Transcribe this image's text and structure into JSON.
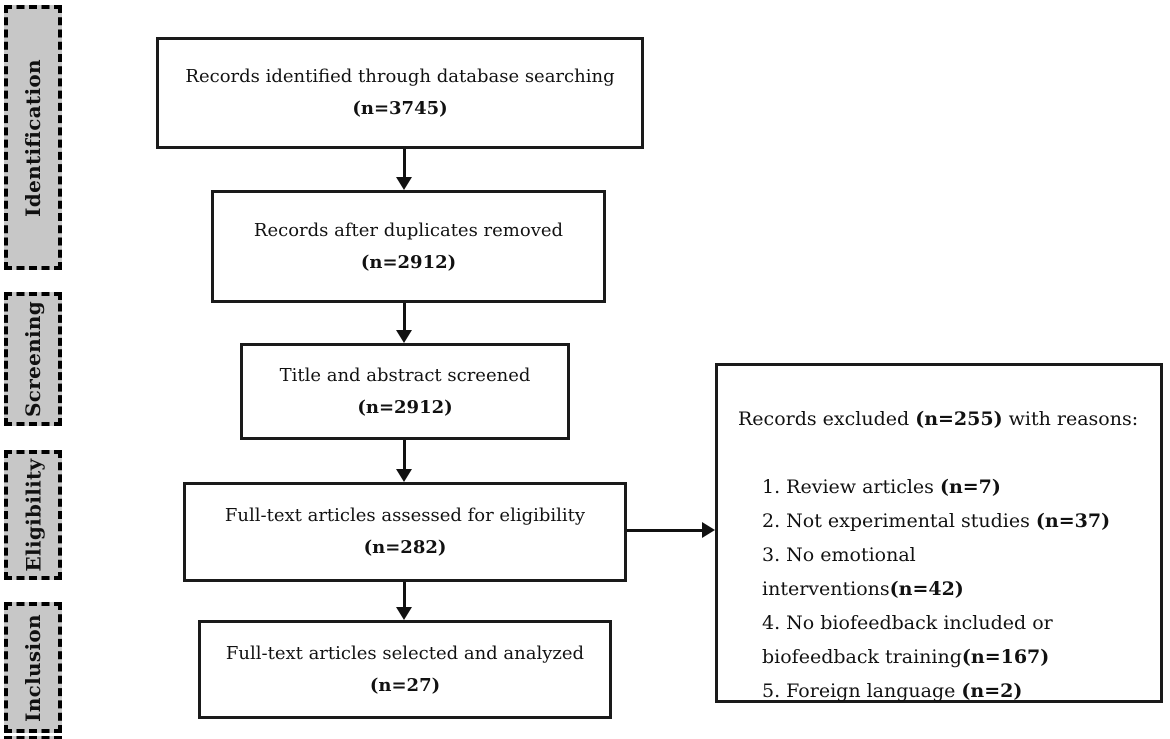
{
  "diagram": {
    "type": "prisma-flow",
    "colors": {
      "stage_fill": "#c7c7c7",
      "line": "#111111",
      "background": "#ffffff"
    }
  },
  "sidebar": {
    "stages": [
      {
        "label": "Identification"
      },
      {
        "label": "Screening"
      },
      {
        "label": "Eligibility"
      },
      {
        "label": "Inclusion"
      }
    ]
  },
  "flow": {
    "boxes": [
      {
        "text": "Records identified through database searching",
        "count": "(n=3745)"
      },
      {
        "text": "Records after duplicates removed",
        "count": "(n=2912)"
      },
      {
        "text": "Title and abstract screened",
        "count": "(n=2912)"
      },
      {
        "text": "Full-text articles assessed for eligibility",
        "count": "(n=282)"
      },
      {
        "text": "Full-text articles selected and analyzed",
        "count": "(n=27)"
      }
    ]
  },
  "excluded": {
    "title_prefix": "Records excluded ",
    "title_count": "(n=255)",
    "title_suffix": " with reasons:",
    "reasons": [
      {
        "text": "1. Review articles ",
        "count": "(n=7)"
      },
      {
        "text": "2. Not experimental studies ",
        "count": "(n=37)"
      },
      {
        "text": "3. No emotional interventions",
        "count": "(n=42)"
      },
      {
        "text": "4. No biofeedback included or biofeedback training",
        "count": "(n=167)"
      },
      {
        "text": "5. Foreign language ",
        "count": "(n=2)"
      }
    ]
  }
}
